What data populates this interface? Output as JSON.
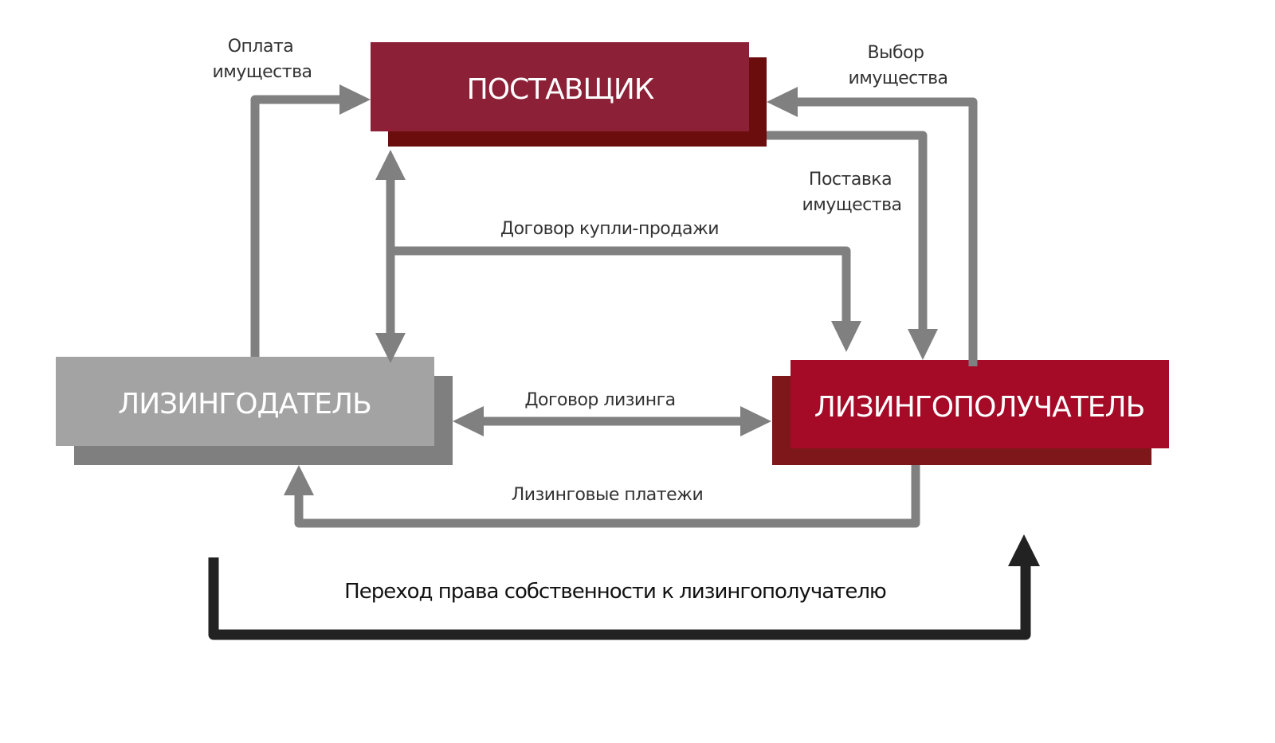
{
  "nodes": {
    "supplier": {
      "label": "ПОСТАВЩИК",
      "color": "#8b2036",
      "shadow": "#6b0d0d"
    },
    "lessor": {
      "label": "ЛИЗИНГОДАТЕЛЬ",
      "color": "#a3a3a3",
      "shadow": "#7f7f7f"
    },
    "lessee": {
      "label": "ЛИЗИНГОПОЛУЧАТЕЛЬ",
      "color": "#a50a27",
      "shadow": "#7e1719"
    }
  },
  "edges": {
    "payment": {
      "line1": "Оплата",
      "line2": "имущества"
    },
    "selection": {
      "line1": "Выбор",
      "line2": "имущества"
    },
    "delivery": {
      "line1": "Поставка",
      "line2": "имущества"
    },
    "sale_contract": {
      "label": "Договор купли-продажи"
    },
    "leasing_contract": {
      "label": "Договор лизинга"
    },
    "leasing_payments": {
      "label": "Лизинговые платежи"
    },
    "ownership_transfer": {
      "label": "Переход права собственности к лизингополучателю"
    }
  }
}
